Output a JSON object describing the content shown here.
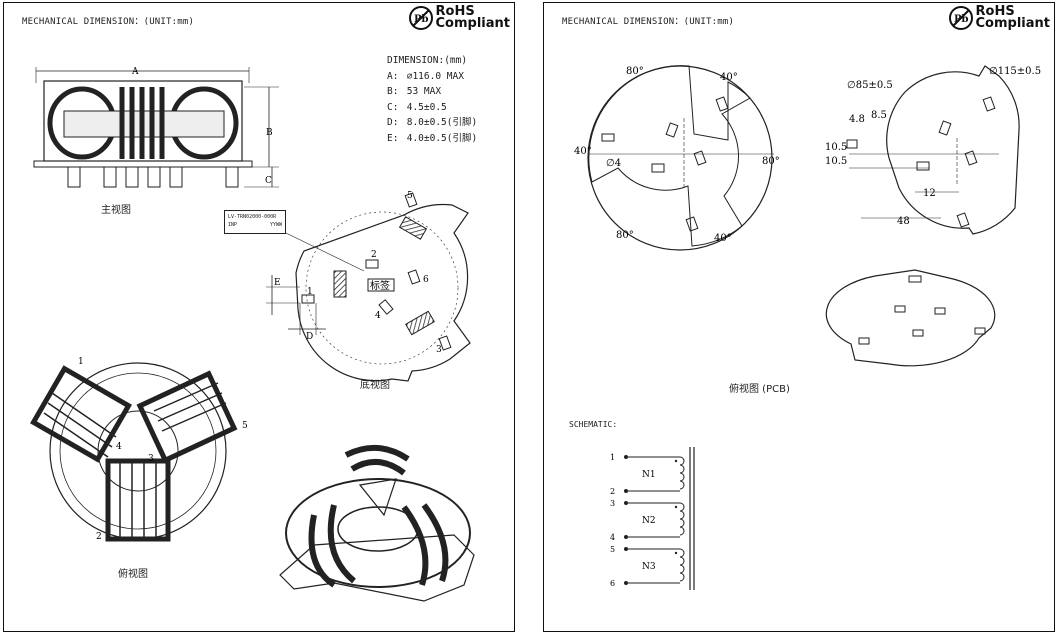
{
  "left_sheet": {
    "header": "MECHANICAL DIMENSION：(UNIT:mm)",
    "rohs": {
      "line1": "RoHS",
      "line2": "Compliant"
    },
    "dimension_table": {
      "title": "DIMENSION:(mm)",
      "rows": [
        {
          "key": "A:",
          "value": "∅116.0 MAX"
        },
        {
          "key": "B:",
          "value": "53 MAX"
        },
        {
          "key": "C:",
          "value": "4.5±0.5"
        },
        {
          "key": "D:",
          "value": "8.0±0.5(引脚)"
        },
        {
          "key": "E:",
          "value": "4.0±0.5(引脚)"
        }
      ]
    },
    "front_view": {
      "caption": "主视图",
      "dim_a": "A",
      "dim_b": "B",
      "dim_c": "C"
    },
    "label_box": {
      "line1": "LV-TRN02000-000R",
      "line2": "INP",
      "line3": "YYWW"
    },
    "bottom_view": {
      "caption": "底视图",
      "dim_e": "E",
      "dim_d": "D",
      "tag": "标签",
      "pins": [
        "1",
        "2",
        "3",
        "4",
        "5",
        "6"
      ]
    },
    "top_view": {
      "caption": "俯视图",
      "pins": [
        "1",
        "2",
        "3",
        "4",
        "5"
      ]
    }
  },
  "right_sheet": {
    "header": "MECHANICAL DIMENSION：(UNIT:mm)",
    "rohs": {
      "line1": "RoHS",
      "line2": "Compliant"
    },
    "angle_view": {
      "angles": [
        "80°",
        "40°",
        "40°",
        "80°",
        "80°",
        "40°"
      ],
      "hole": "∅4"
    },
    "pcb_dims": {
      "d_outer": "∅115±0.5",
      "d_inner": "∅85±0.5",
      "w1": "4.8",
      "w2": "8.5",
      "h1": "10.5",
      "h2": "10.5",
      "x12": "12",
      "x48": "48"
    },
    "pcb_caption": "俯视图 (PCB)",
    "schematic": {
      "title": "SCHEMATIC:",
      "windings": [
        {
          "name": "N1",
          "pin_start": "1",
          "pin_end": "2"
        },
        {
          "name": "N2",
          "pin_start": "3",
          "pin_end": "4"
        },
        {
          "name": "N3",
          "pin_start": "5",
          "pin_end": "6"
        }
      ]
    }
  }
}
